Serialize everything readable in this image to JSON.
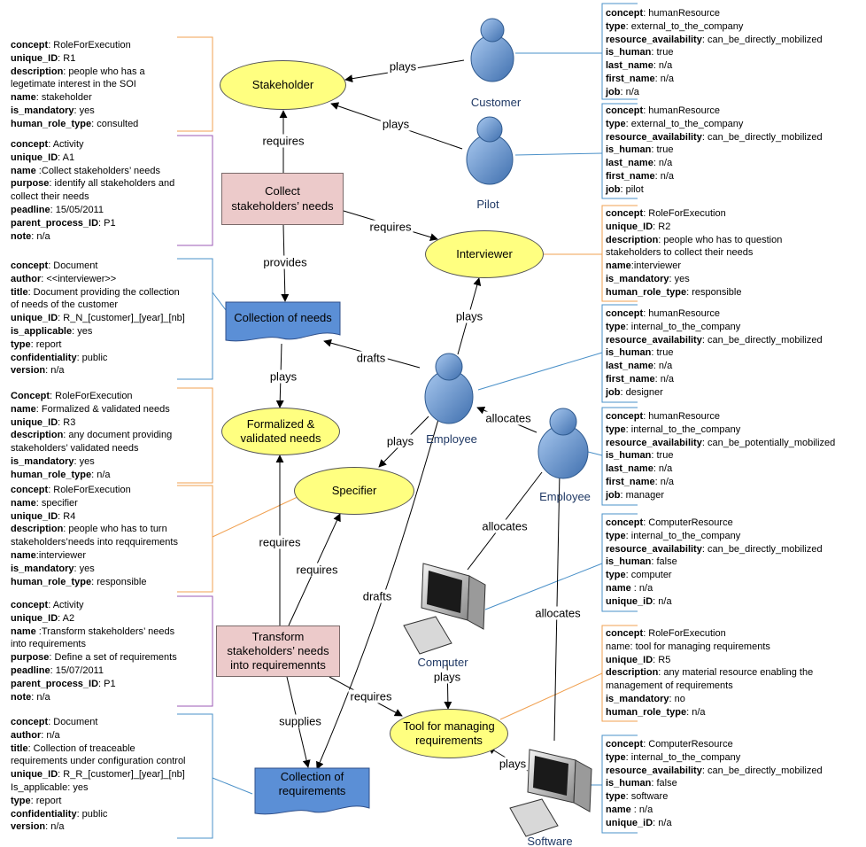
{
  "nodes": {
    "stakeholder": "Stakeholder",
    "interviewer": "Interviewer",
    "formalized_line1": "Formalized &",
    "formalized_line2": "validated needs",
    "specifier": "Specifier",
    "tool_line1": "Tool for managing",
    "tool_line2": "requirements",
    "collect_line1": "Collect",
    "collect_line2": "stakeholders’ needs",
    "transform_line1": "Transform",
    "transform_line2": "stakeholders’ needs",
    "transform_line3": "into requiremennts",
    "collection_needs": "Collection of needs",
    "collection_req_line1": "Collection of",
    "collection_req_line2": "requirements"
  },
  "actors": {
    "customer": "Customer",
    "pilot": "Pilot",
    "employee1": "Employee",
    "employee2": "Employee",
    "computer": "Computer",
    "software": "Software"
  },
  "edges": {
    "plays_customer": "plays",
    "plays_pilot": "plays",
    "requires_collect_stakeholder": "requires",
    "requires_collect_interviewer": "requires",
    "provides": "provides",
    "plays_emp_interviewer": "plays",
    "drafts_emp_needs": "drafts",
    "plays_needs_formalized": "plays",
    "plays_emp_specifier": "plays",
    "allocates_emp2_emp1": "allocates",
    "requires_transform_formalized": "requires",
    "requires_transform_specifier": "requires",
    "drafts_emp_req": "drafts",
    "allocates_emp2_computer": "allocates",
    "allocates_emp2_software": "allocates",
    "plays_computer_tool": "plays",
    "requires_transform_tool": "requires",
    "supplies": "supplies",
    "plays_software_tool": "plays"
  },
  "notes": {
    "r1": [
      {
        "k": "concept",
        "s": ":",
        "v": " RoleForExecution"
      },
      {
        "k": "unique_ID",
        "s": ":",
        "v": " R1"
      },
      {
        "k": "description",
        "s": ":",
        "v": " people who has a"
      },
      {
        "k": "",
        "s": "",
        "v": "legetimate interest in the SOI"
      },
      {
        "k": "name",
        "s": ":",
        "v": " stakeholder"
      },
      {
        "k": "is_mandatory",
        "s": ":",
        "v": " yes"
      },
      {
        "k": "human_role_type",
        "s": ":",
        "v": " consulted"
      }
    ],
    "a1": [
      {
        "k": "concept",
        "s": ":",
        "v": " Activity"
      },
      {
        "k": "unique_ID",
        "s": ":",
        "v": " A1"
      },
      {
        "k": "name",
        "s": " :",
        "v": "Collect stakeholders’ needs"
      },
      {
        "k": "purpose",
        "s": ":",
        "v": " identify all stakeholders and"
      },
      {
        "k": "",
        "s": "",
        "v": "collect their needs"
      },
      {
        "k": "peadline",
        "s": ":",
        "v": " 15/05/2011"
      },
      {
        "k": "parent_process_ID",
        "s": ":",
        "v": " P1"
      },
      {
        "k": "note",
        "s": ":",
        "v": " n/a"
      }
    ],
    "doc1": [
      {
        "k": "concept",
        "s": ":",
        "v": " Document"
      },
      {
        "k": "author",
        "s": ":",
        "v": " <<interviewer>>"
      },
      {
        "k": "title",
        "s": ":",
        "v": " Document providing the collection"
      },
      {
        "k": "",
        "s": "",
        "v": "of needs of the customer"
      },
      {
        "k": "unique_ID",
        "s": ":",
        "v": " R_N_[customer]_[year]_[nb]"
      },
      {
        "k": "is_applicable",
        "s": ":",
        "v": " yes"
      },
      {
        "k": "type",
        "s": ":",
        "v": " report"
      },
      {
        "k": "confidentiality",
        "s": ":",
        "v": " public"
      },
      {
        "k": "version",
        "s": ":",
        "v": " n/a"
      }
    ],
    "r3": [
      {
        "k": "Concept",
        "s": ":",
        "v": " RoleForExecution"
      },
      {
        "k": "name",
        "s": ":",
        "v": " Formalized & validated needs"
      },
      {
        "k": "unique_ID",
        "s": ":",
        "v": " R3"
      },
      {
        "k": "description",
        "s": ":",
        "v": " any document providing"
      },
      {
        "k": "",
        "s": "",
        "v": "stakeholders’ validated needs"
      },
      {
        "k": "is_mandatory",
        "s": ":",
        "v": " yes"
      },
      {
        "k": "human_role_type",
        "s": ":",
        "v": " n/a"
      }
    ],
    "r4": [
      {
        "k": "concept",
        "s": ":",
        "v": " RoleForExecution"
      },
      {
        "k": "name",
        "s": ":",
        "v": " specifier"
      },
      {
        "k": "unique_ID",
        "s": ":",
        "v": " R4"
      },
      {
        "k": "description",
        "s": ":",
        "v": " people who has to turn"
      },
      {
        "k": "",
        "s": "",
        "v": "stakeholders’needs into reqquirements"
      },
      {
        "k": "name",
        "s": ":",
        "v": "interviewer"
      },
      {
        "k": "is_mandatory",
        "s": ":",
        "v": " yes"
      },
      {
        "k": "human_role_type",
        "s": ":",
        "v": " responsible"
      }
    ],
    "a2": [
      {
        "k": "concept",
        "s": ":",
        "v": " Activity"
      },
      {
        "k": "unique_ID",
        "s": ":",
        "v": " A2"
      },
      {
        "k": "name",
        "s": " :",
        "v": "Transform stakeholders’ needs"
      },
      {
        "k": "",
        "s": "",
        "v": "into requirements"
      },
      {
        "k": "purpose",
        "s": ":",
        "v": " Define a set of requirements"
      },
      {
        "k": "peadline",
        "s": ":",
        "v": " 15/07/2011"
      },
      {
        "k": "parent_process_ID",
        "s": ":",
        "v": " P1"
      },
      {
        "k": "note",
        "s": ":",
        "v": " n/a"
      }
    ],
    "doc2": [
      {
        "k": "concept",
        "s": ":",
        "v": " Document"
      },
      {
        "k": "author",
        "s": ":",
        "v": " n/a"
      },
      {
        "k": "title",
        "s": ":",
        "v": " Collection of treaceable"
      },
      {
        "k": "",
        "s": "",
        "v": "requirements under configuration control"
      },
      {
        "k": "unique_ID",
        "s": ":",
        "v": " R_R_[customer]_[year]_[nb]"
      },
      {
        "k": "",
        "s": "",
        "v": "Is_applicable: yes"
      },
      {
        "k": "type",
        "s": ":",
        "v": " report"
      },
      {
        "k": "confidentiality",
        "s": ":",
        "v": " public"
      },
      {
        "k": "version",
        "s": ":",
        "v": " n/a"
      }
    ],
    "hr_customer": [
      {
        "k": "concept",
        "s": ":",
        "v": " humanResource"
      },
      {
        "k": "type",
        "s": ":",
        "v": " external_to_the_company"
      },
      {
        "k": "resource_availability",
        "s": ":",
        "v": " can_be_directly_mobilized"
      },
      {
        "k": "is_human",
        "s": ":",
        "v": " true"
      },
      {
        "k": "last_name",
        "s": ":",
        "v": " n/a"
      },
      {
        "k": "first_name",
        "s": ":",
        "v": " n/a"
      },
      {
        "k": "job",
        "s": ":",
        "v": " n/a"
      }
    ],
    "hr_pilot": [
      {
        "k": "concept",
        "s": ":",
        "v": " humanResource"
      },
      {
        "k": "type",
        "s": ":",
        "v": " external_to_the_company"
      },
      {
        "k": "resource_availability",
        "s": ":",
        "v": " can_be_directly_mobilized"
      },
      {
        "k": "is_human",
        "s": ":",
        "v": " true"
      },
      {
        "k": "last_name",
        "s": ":",
        "v": " n/a"
      },
      {
        "k": "first_name",
        "s": ":",
        "v": " n/a"
      },
      {
        "k": "job",
        "s": ":",
        "v": " pilot"
      }
    ],
    "r2": [
      {
        "k": "concept",
        "s": ":",
        "v": " RoleForExecution"
      },
      {
        "k": "unique_ID",
        "s": ":",
        "v": " R2"
      },
      {
        "k": "description",
        "s": ":",
        "v": " people who has to question"
      },
      {
        "k": "",
        "s": "",
        "v": "stakeholders to collect their needs"
      },
      {
        "k": "name",
        "s": ":",
        "v": "interviewer"
      },
      {
        "k": "is_mandatory",
        "s": ":",
        "v": " yes"
      },
      {
        "k": "human_role_type",
        "s": ":",
        "v": " responsible"
      }
    ],
    "hr_designer": [
      {
        "k": "concept",
        "s": ":",
        "v": " humanResource"
      },
      {
        "k": "type",
        "s": ":",
        "v": " internal_to_the_company"
      },
      {
        "k": "resource_availability",
        "s": ":",
        "v": " can_be_directly_mobilized"
      },
      {
        "k": "is_human",
        "s": ":",
        "v": " true"
      },
      {
        "k": "last_name",
        "s": ":",
        "v": " n/a"
      },
      {
        "k": "first_name",
        "s": ":",
        "v": " n/a"
      },
      {
        "k": "job",
        "s": ":",
        "v": " designer"
      }
    ],
    "hr_manager": [
      {
        "k": "concept",
        "s": ":",
        "v": " humanResource"
      },
      {
        "k": "type",
        "s": ":",
        "v": " internal_to_the_company"
      },
      {
        "k": "resource_availability",
        "s": ":",
        "v": " can_be_potentially_mobilized"
      },
      {
        "k": "is_human",
        "s": ":",
        "v": " true"
      },
      {
        "k": "last_name",
        "s": ":",
        "v": " n/a"
      },
      {
        "k": "first_name",
        "s": ":",
        "v": " n/a"
      },
      {
        "k": "job",
        "s": ":",
        "v": " manager"
      }
    ],
    "cr_computer": [
      {
        "k": "concept",
        "s": ":",
        "v": " ComputerResource"
      },
      {
        "k": "type",
        "s": ":",
        "v": " internal_to_the_company"
      },
      {
        "k": "resource_availability",
        "s": ":",
        "v": " can_be_directly_mobilized"
      },
      {
        "k": "is_human",
        "s": ":",
        "v": " false"
      },
      {
        "k": "type",
        "s": ":",
        "v": " computer"
      },
      {
        "k": "name",
        "s": " :",
        "v": " n/a"
      },
      {
        "k": "unique_iD",
        "s": ":",
        "v": " n/a"
      }
    ],
    "r5": [
      {
        "k": "concept",
        "s": ":",
        "v": " RoleForExecution"
      },
      {
        "k": "",
        "s": "",
        "v": "name: tool for managing requirements"
      },
      {
        "k": "unique_ID",
        "s": ":",
        "v": " R5"
      },
      {
        "k": "description",
        "s": ":",
        "v": " any material resource enabling the"
      },
      {
        "k": "",
        "s": "",
        "v": "management of requirements"
      },
      {
        "k": "is_mandatory",
        "s": ":",
        "v": " no"
      },
      {
        "k": "human_role_type",
        "s": ":",
        "v": " n/a"
      }
    ],
    "cr_software": [
      {
        "k": "concept",
        "s": ":",
        "v": " ComputerResource"
      },
      {
        "k": "type",
        "s": ":",
        "v": " internal_to_the_company"
      },
      {
        "k": "resource_availability",
        "s": ":",
        "v": " can_be_directly_mobilized"
      },
      {
        "k": "is_human",
        "s": ":",
        "v": " false"
      },
      {
        "k": "type",
        "s": ":",
        "v": " software"
      },
      {
        "k": "name",
        "s": " :",
        "v": " n/a"
      },
      {
        "k": "unique_iD",
        "s": ":",
        "v": " n/a"
      }
    ]
  },
  "colors": {
    "role_fill": "#ffff80",
    "activity_fill": "#eccaca",
    "document_fill": "#5b8fd6",
    "role_bracket": "#f0a050",
    "activity_bracket": "#9b59b6",
    "resource_bracket": "#4a90c8",
    "actor_label": "#1f3864"
  }
}
